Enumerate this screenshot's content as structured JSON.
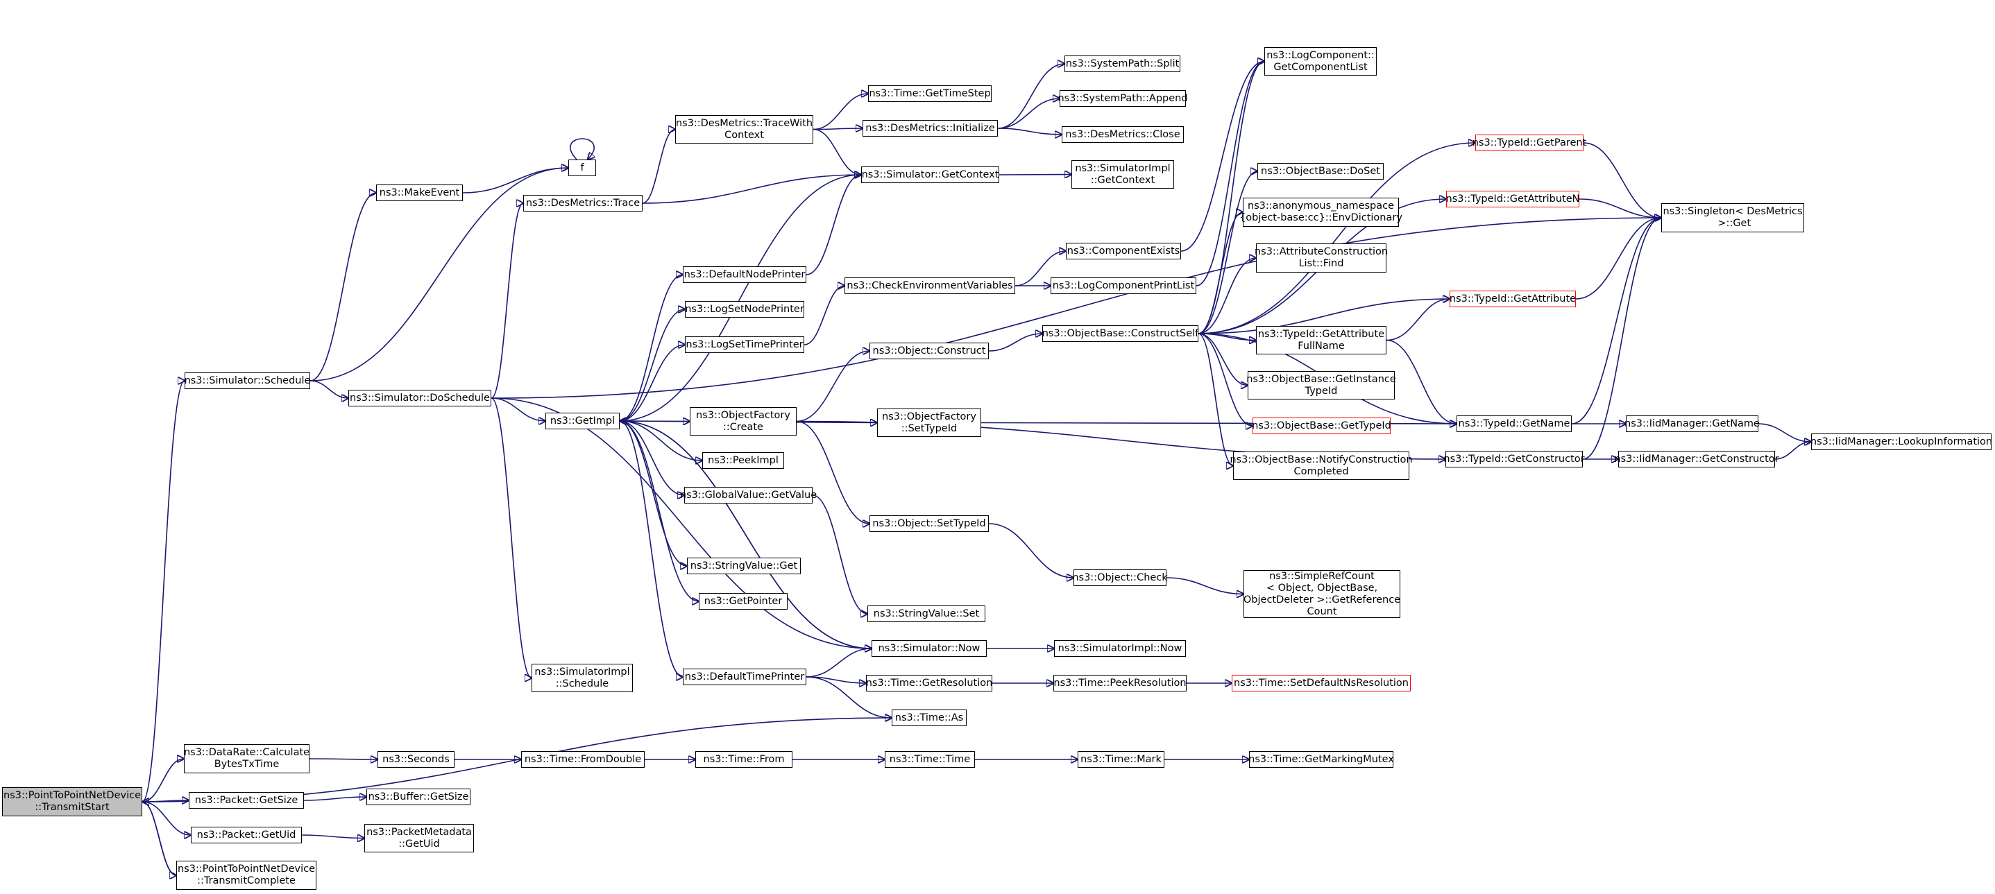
{
  "graph": {
    "type": "call-graph",
    "colors": {
      "edge": "#191970",
      "node_border": "#000000",
      "node_border_incomplete": "#ff0000",
      "root_fill": "#bfbfbf",
      "background": "#ffffff"
    },
    "nodes": {
      "n_root": "ns3::PointToPointNetDevice\n::TransmitStart",
      "n_schedule": "ns3::Simulator::Schedule",
      "n_makeevent": "ns3::MakeEvent",
      "n_f": "f",
      "n_doschedule": "ns3::Simulator::DoSchedule",
      "n_desmetrics_trace": "ns3::DesMetrics::Trace",
      "n_tracewithcontext": "ns3::DesMetrics::TraceWith\nContext",
      "n_gettimestep": "ns3::Time::GetTimeStep",
      "n_desmetrics_init": "ns3::DesMetrics::Initialize",
      "n_split": "ns3::SystemPath::Split",
      "n_append": "ns3::SystemPath::Append",
      "n_close": "ns3::DesMetrics::Close",
      "n_getcontext": "ns3::Simulator::GetContext",
      "n_simimpl_getcontext": "ns3::SimulatorImpl\n::GetContext",
      "n_getimpl": "ns3::GetImpl",
      "n_defaultnodeprinter": "ns3::DefaultNodePrinter",
      "n_logsetnodeprinter": "ns3::LogSetNodePrinter",
      "n_logsettimeprinter": "ns3::LogSetTimePrinter",
      "n_checkenv": "ns3::CheckEnvironmentVariables",
      "n_componentexists": "ns3::ComponentExists",
      "n_logcomponentprintlist": "ns3::LogComponentPrintList",
      "n_logcomponent_getlist": "ns3::LogComponent::\nGetComponentList",
      "n_objectbase_doset": "ns3::ObjectBase::DoSet",
      "n_envdictionary": "ns3::anonymous_namespace\n{object-base:cc}::EnvDictionary",
      "n_attrconstruction_find": "ns3::AttributeConstruction\nList::Find",
      "n_objectbase_constructself": "ns3::ObjectBase::ConstructSelf",
      "n_object_construct": "ns3::Object::Construct",
      "n_objectfactory_create": "ns3::ObjectFactory\n::Create",
      "n_objectfactory_settypeid": "ns3::ObjectFactory\n::SetTypeId",
      "n_peekimpl": "ns3::PeekImpl",
      "n_globalvalue_getvalue": "ns3::GlobalValue::GetValue",
      "n_object_settypeid": "ns3::Object::SetTypeId",
      "n_object_check": "ns3::Object::Check",
      "n_simplerefcount": "ns3::SimpleRefCount\n< Object, ObjectBase,\nObjectDeleter >::GetReference\nCount",
      "n_stringvalue_get": "ns3::StringValue::Get",
      "n_getpointer": "ns3::GetPointer",
      "n_stringvalue_set": "ns3::StringValue::Set",
      "n_simulator_now": "ns3::Simulator::Now",
      "n_simimpl_now": "ns3::SimulatorImpl::Now",
      "n_simimpl_schedule": "ns3::SimulatorImpl\n::Schedule",
      "n_defaulttimeprinter": "ns3::DefaultTimePrinter",
      "n_time_getresolution": "ns3::Time::GetResolution",
      "n_time_peekresolution": "ns3::Time::PeekResolution",
      "n_time_setdefaultns": "ns3::Time::SetDefaultNsResolution",
      "n_time_as": "ns3::Time::As",
      "n_datarate": "ns3::DataRate::Calculate\nBytesTxTime",
      "n_seconds": "ns3::Seconds",
      "n_time_fromdouble": "ns3::Time::FromDouble",
      "n_time_from": "ns3::Time::From",
      "n_time_time": "ns3::Time::Time",
      "n_time_mark": "ns3::Time::Mark",
      "n_time_getmarkingmutex": "ns3::Time::GetMarkingMutex",
      "n_packet_getsize": "ns3::Packet::GetSize",
      "n_buffer_getsize": "ns3::Buffer::GetSize",
      "n_packet_getuid": "ns3::Packet::GetUid",
      "n_packetmetadata_getuid": "ns3::PacketMetadata\n::GetUid",
      "n_transmitcomplete": "ns3::PointToPointNetDevice\n::TransmitComplete",
      "n_typeid_getparent": "ns3::TypeId::GetParent",
      "n_typeid_getattributen": "ns3::TypeId::GetAttributeN",
      "n_singleton_get": "ns3::Singleton< DesMetrics\n >::Get",
      "n_typeid_getattribute": "ns3::TypeId::GetAttribute",
      "n_typeid_getattributefullname": "ns3::TypeId::GetAttribute\nFullName",
      "n_objectbase_getinstancetypeid": "ns3::ObjectBase::GetInstance\nTypeId",
      "n_objectbase_gettypeid": "ns3::ObjectBase::GetTypeId",
      "n_objectbase_notify": "ns3::ObjectBase::NotifyConstruction\nCompleted",
      "n_typeid_getname": "ns3::TypeId::GetName",
      "n_typeid_getconstructor": "ns3::TypeId::GetConstructor",
      "n_iidmanager_getname": "ns3::IidManager::GetName",
      "n_iidmanager_getconstructor": "ns3::IidManager::GetConstructor",
      "n_iidmanager_lookup": "ns3::IidManager::LookupInformation"
    },
    "edges": [
      [
        "n_root",
        "n_schedule"
      ],
      [
        "n_root",
        "n_time_as"
      ],
      [
        "n_root",
        "n_datarate"
      ],
      [
        "n_root",
        "n_packet_getsize"
      ],
      [
        "n_root",
        "n_packet_getuid"
      ],
      [
        "n_root",
        "n_transmitcomplete"
      ],
      [
        "n_transmitcomplete",
        "n_root"
      ],
      [
        "n_schedule",
        "n_makeevent"
      ],
      [
        "n_schedule",
        "n_f"
      ],
      [
        "n_schedule",
        "n_doschedule"
      ],
      [
        "n_makeevent",
        "n_f"
      ],
      [
        "n_f",
        "n_f"
      ],
      [
        "n_doschedule",
        "n_desmetrics_trace"
      ],
      [
        "n_doschedule",
        "n_getimpl"
      ],
      [
        "n_doschedule",
        "n_simimpl_schedule"
      ],
      [
        "n_doschedule",
        "n_simulator_now"
      ],
      [
        "n_doschedule",
        "n_singleton_get"
      ],
      [
        "n_desmetrics_trace",
        "n_tracewithcontext"
      ],
      [
        "n_desmetrics_trace",
        "n_getcontext"
      ],
      [
        "n_tracewithcontext",
        "n_gettimestep"
      ],
      [
        "n_tracewithcontext",
        "n_desmetrics_init"
      ],
      [
        "n_tracewithcontext",
        "n_getcontext"
      ],
      [
        "n_desmetrics_init",
        "n_split"
      ],
      [
        "n_desmetrics_init",
        "n_append"
      ],
      [
        "n_desmetrics_init",
        "n_close"
      ],
      [
        "n_getcontext",
        "n_simimpl_getcontext"
      ],
      [
        "n_getimpl",
        "n_getcontext"
      ],
      [
        "n_getimpl",
        "n_defaultnodeprinter"
      ],
      [
        "n_getimpl",
        "n_logsetnodeprinter"
      ],
      [
        "n_getimpl",
        "n_logsettimeprinter"
      ],
      [
        "n_getimpl",
        "n_objectfactory_create"
      ],
      [
        "n_getimpl",
        "n_objectfactory_settypeid"
      ],
      [
        "n_getimpl",
        "n_peekimpl"
      ],
      [
        "n_getimpl",
        "n_globalvalue_getvalue"
      ],
      [
        "n_getimpl",
        "n_stringvalue_get"
      ],
      [
        "n_getimpl",
        "n_getpointer"
      ],
      [
        "n_getimpl",
        "n_defaulttimeprinter"
      ],
      [
        "n_getimpl",
        "n_simulator_now"
      ],
      [
        "n_defaultnodeprinter",
        "n_getcontext"
      ],
      [
        "n_logsettimeprinter",
        "n_checkenv"
      ],
      [
        "n_checkenv",
        "n_componentexists"
      ],
      [
        "n_checkenv",
        "n_logcomponentprintlist"
      ],
      [
        "n_componentexists",
        "n_logcomponent_getlist"
      ],
      [
        "n_logcomponentprintlist",
        "n_logcomponent_getlist"
      ],
      [
        "n_objectfactory_create",
        "n_object_construct"
      ],
      [
        "n_objectfactory_create",
        "n_object_settypeid"
      ],
      [
        "n_objectfactory_create",
        "n_typeid_getconstructor"
      ],
      [
        "n_object_construct",
        "n_objectbase_constructself"
      ],
      [
        "n_objectbase_constructself",
        "n_logcomponent_getlist"
      ],
      [
        "n_objectbase_constructself",
        "n_objectbase_doset"
      ],
      [
        "n_objectbase_constructself",
        "n_envdictionary"
      ],
      [
        "n_objectbase_constructself",
        "n_attrconstruction_find"
      ],
      [
        "n_objectbase_constructself",
        "n_typeid_getattribute"
      ],
      [
        "n_objectbase_constructself",
        "n_typeid_getattributefullname"
      ],
      [
        "n_objectbase_constructself",
        "n_objectbase_getinstancetypeid"
      ],
      [
        "n_objectbase_constructself",
        "n_objectbase_gettypeid"
      ],
      [
        "n_objectbase_constructself",
        "n_objectbase_notify"
      ],
      [
        "n_objectbase_constructself",
        "n_typeid_getname"
      ],
      [
        "n_objectbase_constructself",
        "n_typeid_getparent"
      ],
      [
        "n_objectbase_constructself",
        "n_typeid_getattributen"
      ],
      [
        "n_objectfactory_settypeid",
        "n_typeid_getname"
      ],
      [
        "n_object_settypeid",
        "n_object_check"
      ],
      [
        "n_object_check",
        "n_simplerefcount"
      ],
      [
        "n_globalvalue_getvalue",
        "n_stringvalue_set"
      ],
      [
        "n_simulator_now",
        "n_simimpl_now"
      ],
      [
        "n_simulator_now",
        "n_getimpl"
      ],
      [
        "n_defaulttimeprinter",
        "n_simulator_now"
      ],
      [
        "n_defaulttimeprinter",
        "n_time_getresolution"
      ],
      [
        "n_defaulttimeprinter",
        "n_time_as"
      ],
      [
        "n_time_getresolution",
        "n_time_peekresolution"
      ],
      [
        "n_time_peekresolution",
        "n_time_setdefaultns"
      ],
      [
        "n_datarate",
        "n_seconds"
      ],
      [
        "n_seconds",
        "n_time_fromdouble"
      ],
      [
        "n_time_fromdouble",
        "n_time_from"
      ],
      [
        "n_time_from",
        "n_time_time"
      ],
      [
        "n_time_time",
        "n_time_mark"
      ],
      [
        "n_time_mark",
        "n_time_getmarkingmutex"
      ],
      [
        "n_packet_getsize",
        "n_buffer_getsize"
      ],
      [
        "n_packet_getuid",
        "n_packetmetadata_getuid"
      ],
      [
        "n_typeid_getparent",
        "n_singleton_get"
      ],
      [
        "n_typeid_getattributen",
        "n_singleton_get"
      ],
      [
        "n_typeid_getattribute",
        "n_singleton_get"
      ],
      [
        "n_typeid_getattributefullname",
        "n_typeid_getattribute"
      ],
      [
        "n_typeid_getattributefullname",
        "n_typeid_getname"
      ],
      [
        "n_typeid_getname",
        "n_singleton_get"
      ],
      [
        "n_typeid_getname",
        "n_iidmanager_getname"
      ],
      [
        "n_typeid_getconstructor",
        "n_singleton_get"
      ],
      [
        "n_typeid_getconstructor",
        "n_iidmanager_getconstructor"
      ],
      [
        "n_iidmanager_getname",
        "n_iidmanager_lookup"
      ],
      [
        "n_iidmanager_getconstructor",
        "n_iidmanager_lookup"
      ]
    ]
  }
}
